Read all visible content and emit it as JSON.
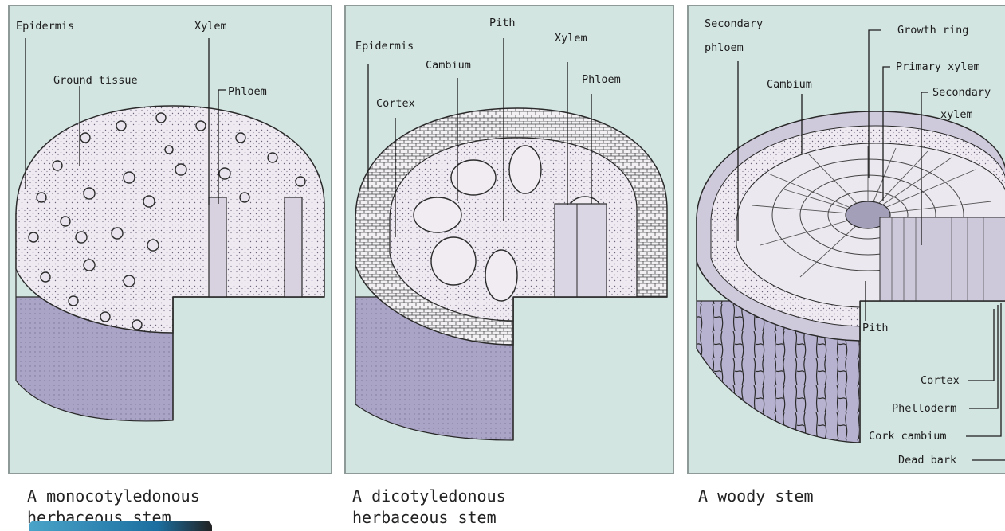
{
  "colors": {
    "panel_bg": "#d3e5e1",
    "tissue_fill": "#eee9f1",
    "side_fill": "#a9a4c4",
    "ink": "#1c1c1c"
  },
  "panels": {
    "mono": {
      "labels": {
        "epidermis": "Epidermis",
        "xylem": "Xylem",
        "ground_tissue": "Ground tissue",
        "phloem": "Phloem"
      },
      "caption": [
        "A monocotyledonous",
        "herbaceous stem"
      ]
    },
    "dicot": {
      "labels": {
        "epidermis": "Epidermis",
        "pith": "Pith",
        "xylem": "Xylem",
        "cambium": "Cambium",
        "phloem": "Phloem",
        "cortex": "Cortex"
      },
      "caption": [
        "A dicotyledonous",
        "herbaceous stem"
      ]
    },
    "woody": {
      "labels": {
        "secondary_phloem_1": "Secondary",
        "secondary_phloem_2": "phloem",
        "growth_ring": "Growth ring",
        "primary_xylem": "Primary xylem",
        "cambium": "Cambium",
        "secondary_xylem_1": "Secondary",
        "secondary_xylem_2": "xylem",
        "pith": "Pith",
        "cortex": "Cortex",
        "phelloderm": "Phelloderm",
        "cork_cambium": "Cork cambium",
        "dead_bark": "Dead bark"
      },
      "caption": [
        "A woody stem"
      ]
    }
  }
}
